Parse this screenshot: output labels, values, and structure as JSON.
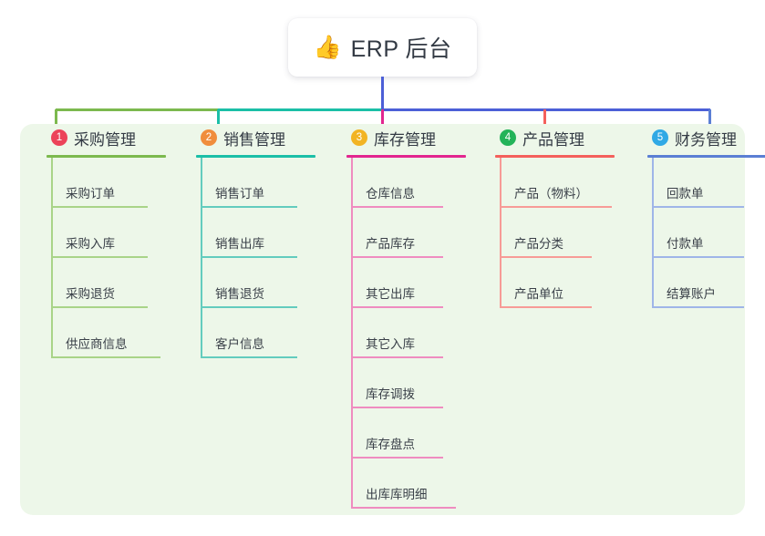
{
  "root": {
    "icon": "thumbs-up-icon",
    "emoji": "👍",
    "title": "ERP 后台"
  },
  "colors": {
    "panel_background": "#edf7e9",
    "page_background": "#ffffff",
    "title_text": "#333a44",
    "leaf_text": "#3a4049",
    "trunk_blue": "#4c5fd7",
    "branch_purchasing": "#7cb94e",
    "branch_sales": "#1bbfa7",
    "branch_inventory": "#e255a1",
    "branch_product": "#f4605c",
    "branch_finance": "#6a8be0"
  },
  "columns": [
    {
      "index": "1",
      "badge_color": "#ec4359",
      "line_color": "#7cb94e",
      "leaf_line_color": "#a9d488",
      "title": "采购管理",
      "items": [
        "采购订单",
        "采购入库",
        "采购退货",
        "供应商信息"
      ]
    },
    {
      "index": "2",
      "badge_color": "#f08d3c",
      "line_color": "#1bbfa7",
      "leaf_line_color": "#63ccbe",
      "title": "销售管理",
      "items": [
        "销售订单",
        "销售出库",
        "销售退货",
        "客户信息"
      ]
    },
    {
      "index": "3",
      "badge_color": "#f2b423",
      "line_color": "#e2268f",
      "leaf_line_color": "#ef8cc0",
      "title": "库存管理",
      "items": [
        "仓库信息",
        "产品库存",
        "其它出库",
        "其它入库",
        "库存调拨",
        "库存盘点",
        "出库库明细"
      ]
    },
    {
      "index": "4",
      "badge_color": "#23b359",
      "line_color": "#f4605c",
      "leaf_line_color": "#f79b97",
      "title": "产品管理",
      "items": [
        "产品（物料）",
        "产品分类",
        "产品单位"
      ]
    },
    {
      "index": "5",
      "badge_color": "#30a9e5",
      "line_color": "#5b7fd4",
      "leaf_line_color": "#9fb5e8",
      "title": "财务管理",
      "items": [
        "回款单",
        "付款单",
        "结算账户"
      ]
    }
  ]
}
